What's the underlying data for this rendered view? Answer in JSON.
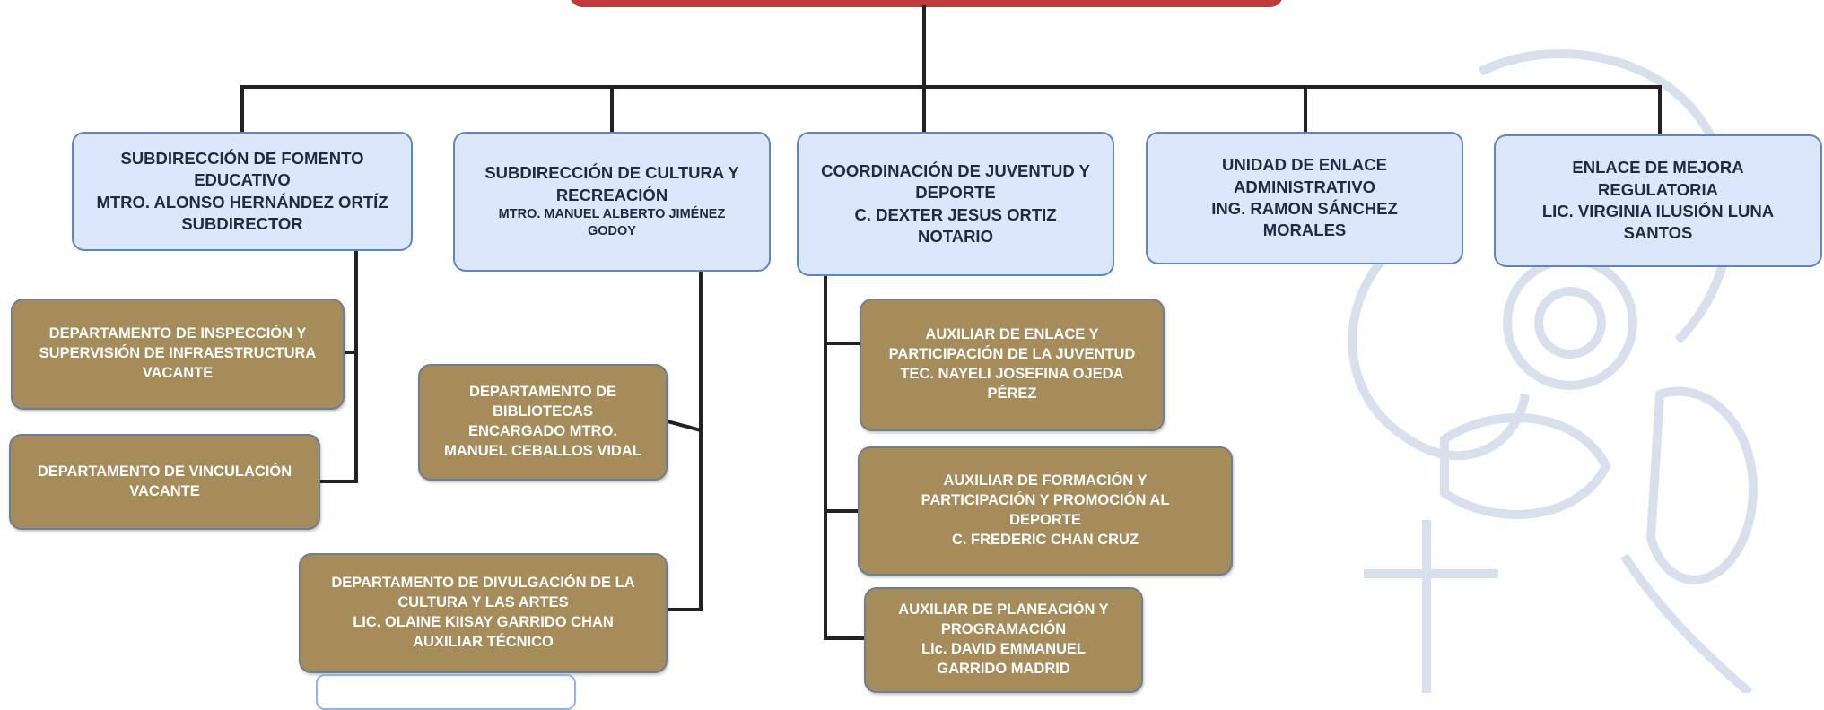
{
  "org_chart": {
    "head_box": {
      "color": "#c23b3b"
    },
    "units": [
      {
        "key": "fomento",
        "lines": [
          "SUBDIRECCIÓN DE FOMENTO",
          "EDUCATIVO",
          "MTRO. ALONSO HERNÁNDEZ ORTÍZ",
          "SUBDIRECTOR"
        ],
        "departments": [
          {
            "lines": [
              "DEPARTAMENTO DE INSPECCIÓN Y",
              "SUPERVISIÓN DE INFRAESTRUCTURA",
              "VACANTE"
            ]
          },
          {
            "lines": [
              "DEPARTAMENTO DE VINCULACIÓN",
              "VACANTE"
            ]
          }
        ]
      },
      {
        "key": "cultura",
        "lines": [
          "SUBDIRECCIÓN DE CULTURA Y",
          "RECREACIÓN",
          "MTRO. MANUEL ALBERTO JIMÉNEZ",
          "GODOY"
        ],
        "departments": [
          {
            "lines": [
              "DEPARTAMENTO DE",
              "BIBLIOTECAS",
              "ENCARGADO MTRO.",
              "MANUEL CEBALLOS VIDAL"
            ]
          },
          {
            "lines": [
              "DEPARTAMENTO DE DIVULGACIÓN DE LA",
              "CULTURA Y LAS ARTES",
              "LIC. OLAINE KIISAY GARRIDO CHAN",
              "AUXILIAR TÉCNICO"
            ]
          }
        ]
      },
      {
        "key": "juventud",
        "lines": [
          "COORDINACIÓN DE JUVENTUD Y",
          "DEPORTE",
          "C. DEXTER JESUS ORTIZ",
          "NOTARIO"
        ],
        "departments": [
          {
            "lines": [
              "AUXILIAR DE ENLACE Y",
              "PARTICIPACIÓN DE LA JUVENTUD",
              "TEC. NAYELI JOSEFINA OJEDA",
              "PÉREZ"
            ]
          },
          {
            "lines": [
              "AUXILIAR DE FORMACIÓN Y",
              "PARTICIPACIÓN Y PROMOCIÓN AL",
              "DEPORTE",
              "C. FREDERIC CHAN CRUZ"
            ]
          },
          {
            "lines": [
              "AUXILIAR DE PLANEACIÓN Y",
              "PROGRAMACIÓN",
              "Lic. DAVID EMMANUEL",
              "GARRIDO MADRID"
            ]
          }
        ]
      },
      {
        "key": "enlace",
        "lines": [
          "UNIDAD DE ENLACE",
          "ADMINISTRATIVO",
          "ING. RAMON SÁNCHEZ",
          "MORALES"
        ],
        "departments": []
      },
      {
        "key": "mejora",
        "lines": [
          "ENLACE DE MEJORA",
          "REGULATORIA",
          "LIC. VIRGINIA ILUSIÓN LUNA",
          "SANTOS"
        ],
        "departments": []
      }
    ],
    "colors": {
      "unit_fill": "#dde7fb",
      "unit_border": "#5c86c7",
      "department_fill": "#a68b5b",
      "connector": "#222222"
    }
  }
}
